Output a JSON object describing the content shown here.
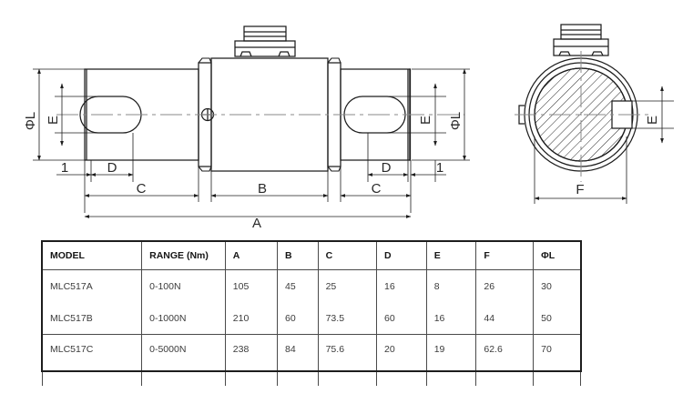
{
  "drawing": {
    "title": "torque-sensor-dimension-drawing",
    "views": {
      "side_view": "side-elevation",
      "end_view": "end-section-view"
    },
    "dimension_labels": {
      "phi_l_left": "ΦL",
      "e_left": "E",
      "one_left": "1",
      "d_left": "D",
      "c_left": "C",
      "b_center": "B",
      "d_right": "D",
      "c_right": "C",
      "one_right": "1",
      "a_overall": "A",
      "e_right": "E",
      "phi_l_right": "ΦL",
      "e_end_view": "E",
      "f_end_view": "F"
    },
    "colors": {
      "line": "#1d1d1d",
      "center_line": "#7a7a7a",
      "hatch": "#2b2b2b",
      "background": "#ffffff",
      "table_border": "#4a4a4a",
      "table_text": "#3b3b3b",
      "table_header_text": "#161616"
    }
  },
  "table": {
    "headers": [
      "MODEL",
      "RANGE (Nm)",
      "A",
      "B",
      "C",
      "D",
      "E",
      "F",
      "ΦL"
    ],
    "rows": [
      {
        "model": "MLC517A",
        "range": "0-100N",
        "a": "105",
        "b": "45",
        "c": "25",
        "d": "16",
        "e": "8",
        "f": "26",
        "phil": "30"
      },
      {
        "model": "MLC517B",
        "range": "0-1000N",
        "a": "210",
        "b": "60",
        "c": "73.5",
        "d": "60",
        "e": "16",
        "f": "44",
        "phil": "50"
      },
      {
        "model": "MLC517C",
        "range": "0-5000N",
        "a": "238",
        "b": "84",
        "c": "75.6",
        "d": "20",
        "e": "19",
        "f": "62.6",
        "phil": "70"
      }
    ]
  }
}
